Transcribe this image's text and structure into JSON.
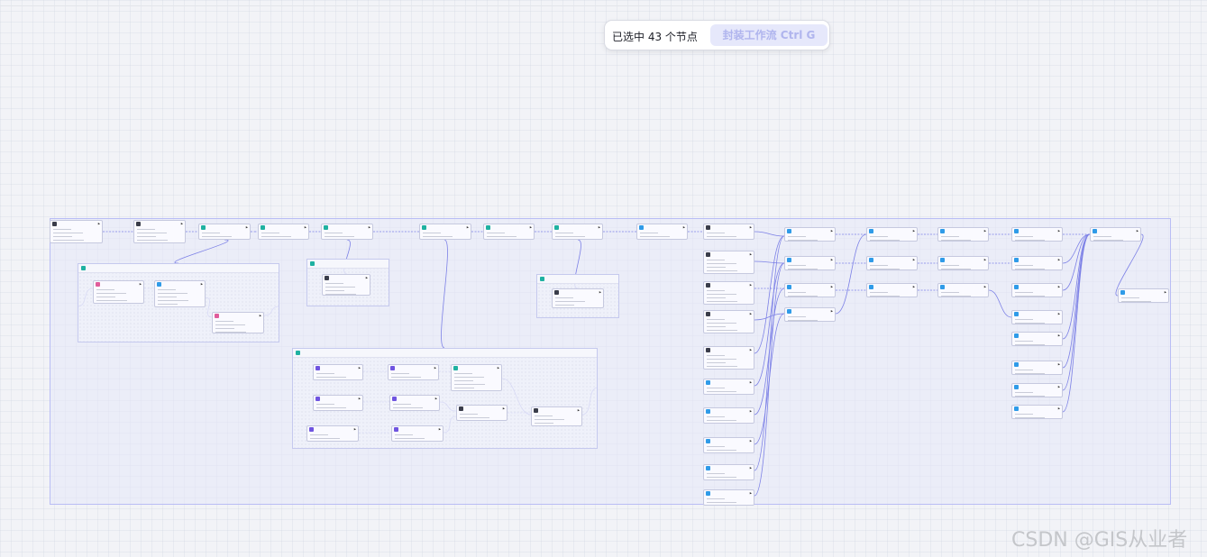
{
  "toolbar": {
    "selection_text": "已选中 43 个节点",
    "wrap_button_label": "封装工作流 Ctrl G"
  },
  "watermark": "CSDN @GIS从业者",
  "colors": {
    "accent": "#6a6ff2",
    "group_border": "#b9bdf5",
    "icon_teal": "#1fb1a1",
    "icon_dark": "#3a3d4a",
    "icon_blue": "#2f9be8",
    "icon_pink": "#e05c9b",
    "icon_purple": "#6f54e0"
  }
}
